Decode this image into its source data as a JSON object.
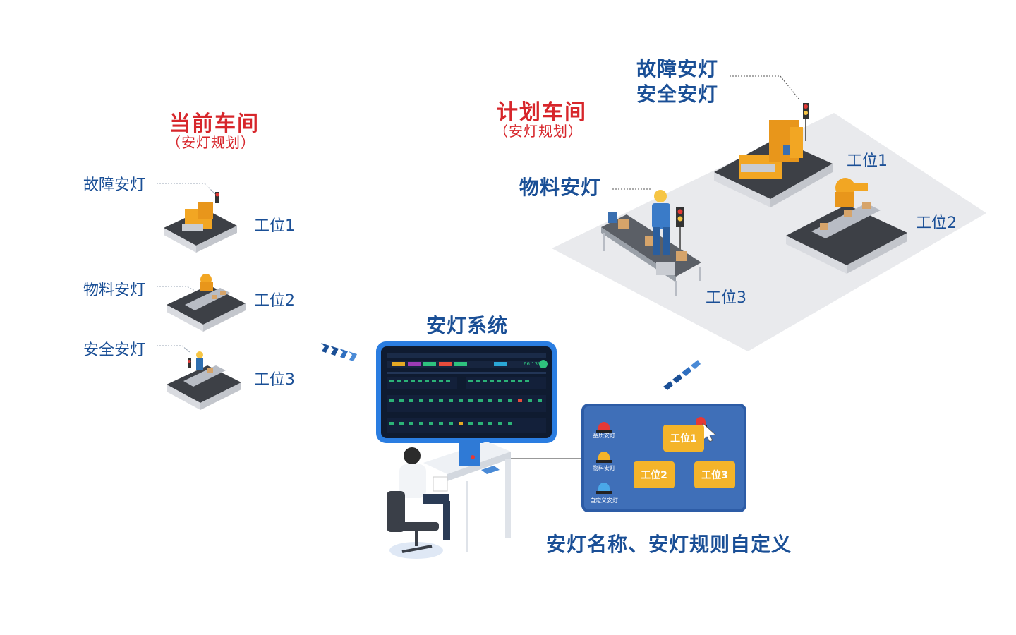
{
  "current": {
    "title": "当前车间",
    "subtitle": "（安灯规划）",
    "lamps": [
      "故障安灯",
      "物料安灯",
      "安全安灯"
    ],
    "stations": [
      "工位1",
      "工位2",
      "工位3"
    ]
  },
  "plan": {
    "title": "计划车间",
    "subtitle": "（安灯规划）",
    "lamp_top_1": "故障安灯",
    "lamp_top_2": "安全安灯",
    "lamp_material": "物料安灯",
    "stations": [
      "工位1",
      "工位2",
      "工位3"
    ]
  },
  "system": {
    "title": "安灯系统",
    "screen_value": "66.13%"
  },
  "config": {
    "lamps": [
      "品质安灯",
      "物料安灯",
      "自定义安灯"
    ],
    "stations": [
      "工位1",
      "工位2",
      "工位3"
    ],
    "caption": "安灯名称、安灯规则自定义"
  },
  "colors": {
    "accent_red": "#d7262b",
    "text_blue": "#1a4f96",
    "panel_blue": "#3f6fb8",
    "station_yellow": "#f4b42a",
    "machine_orange": "#f2a623"
  }
}
